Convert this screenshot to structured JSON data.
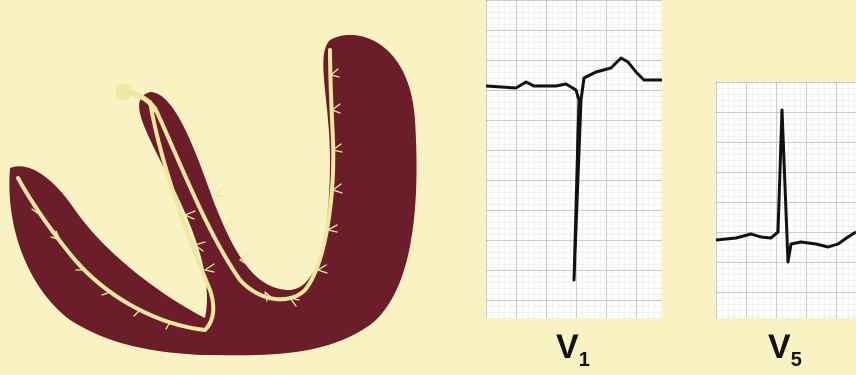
{
  "colors": {
    "background": "#f9f3c4",
    "myocardium": "#6b1e2a",
    "conduction": "#f1e7a0",
    "grid_minor": "#d9d9d9",
    "grid_major": "#9a9a9a",
    "trace": "#111111"
  },
  "leads": [
    {
      "name": "V",
      "sub": "1"
    },
    {
      "name": "V",
      "sub": "5"
    }
  ]
}
